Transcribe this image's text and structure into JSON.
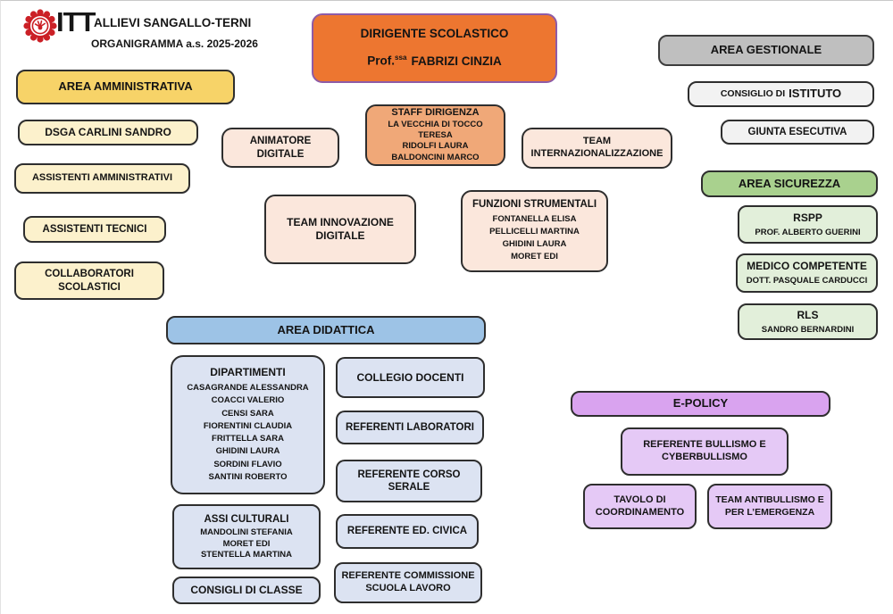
{
  "header": {
    "brand": "ITT",
    "school_name": "ALLIEVI SANGALLO-TERNI",
    "subtitle": "ORGANIGRAMMA a.s. 2025-2026"
  },
  "palette": {
    "amministrativa_header": "#F7D368",
    "amministrativa_item": "#FCF1CC",
    "dirigente_fill": "#ED7630",
    "dirigente_border": "#8E5BA6",
    "staff_fill": "#F0A878",
    "peach_fill": "#FBE7DC",
    "gestionale_header": "#BFBFBF",
    "gestionale_item": "#F2F2F2",
    "sicurezza_header": "#A9D18E",
    "sicurezza_item": "#E2EFDA",
    "didattica_header": "#9DC3E6",
    "didattica_item": "#DCE3F2",
    "epolicy_header": "#D9A3EF",
    "epolicy_item": "#E5C9F6",
    "logo_red": "#CB2026"
  },
  "boxes": {
    "area_amministrativa": {
      "title": "AREA AMMINISTRATIVA"
    },
    "dsga": {
      "title": "DSGA CARLINI SANDRO"
    },
    "assistenti_amministrativi": {
      "title": "ASSISTENTI AMMINISTRATIVI"
    },
    "assistenti_tecnici": {
      "title": "ASSISTENTI TECNICI"
    },
    "collaboratori_scolastici": {
      "title": "COLLABORATORI SCOLASTICI"
    },
    "dirigente": {
      "title": "DIRIGENTE SCOLASTICO",
      "prefix": "Prof.",
      "sup": "ssa",
      "name": "FABRIZI CINZIA"
    },
    "animatore_digitale": {
      "title": "ANIMATORE DIGITALE"
    },
    "staff_dirigenza": {
      "title": "STAFF DIRIGENZA",
      "names": [
        "LA VECCHIA DI TOCCO TERESA",
        "RIDOLFI LAURA",
        "BALDONCINI MARCO"
      ]
    },
    "team_internazionalizzazione": {
      "title": "TEAM INTERNAZIONALIZZAZIONE"
    },
    "team_innovazione": {
      "title": "TEAM INNOVAZIONE DIGITALE"
    },
    "funzioni_strumentali": {
      "title": "FUNZIONI STRUMENTALI",
      "names": [
        "FONTANELLA ELISA",
        "PELLICELLI MARTINA",
        "GHIDINI LAURA",
        "MORET EDI"
      ]
    },
    "area_gestionale": {
      "title": "AREA GESTIONALE"
    },
    "consiglio_istituto": {
      "small": "CONSIGLIO DI",
      "big": "ISTITUTO"
    },
    "giunta_esecutiva": {
      "title": "GIUNTA ESECUTIVA"
    },
    "area_sicurezza": {
      "title": "AREA SICUREZZA"
    },
    "rspp": {
      "title": "RSPP",
      "name": "PROF. ALBERTO GUERINI"
    },
    "medico_competente": {
      "title": "MEDICO COMPETENTE",
      "name": "DOTT. PASQUALE CARDUCCI"
    },
    "rls": {
      "title": "RLS",
      "name": "SANDRO BERNARDINI"
    },
    "area_didattica": {
      "title": "AREA DIDATTICA"
    },
    "dipartimenti": {
      "title": "DIPARTIMENTI",
      "names": [
        "CASAGRANDE ALESSANDRA",
        "COACCI VALERIO",
        "CENSI SARA",
        "FIORENTINI CLAUDIA",
        "FRITTELLA SARA",
        "GHIDINI LAURA",
        "SORDINI FLAVIO",
        "SANTINI ROBERTO"
      ]
    },
    "assi_culturali": {
      "title": "ASSI CULTURALI",
      "names": [
        "MANDOLINI STEFANIA",
        "MORET EDI",
        "STENTELLA MARTINA"
      ]
    },
    "consigli_classe": {
      "title": "CONSIGLI DI CLASSE"
    },
    "collegio_docenti": {
      "title": "COLLEGIO DOCENTI"
    },
    "referenti_laboratori": {
      "title": "REFERENTI LABORATORI"
    },
    "referente_corso_serale": {
      "title": "REFERENTE CORSO SERALE"
    },
    "referente_ed_civica": {
      "title": "REFERENTE ED. CIVICA"
    },
    "referente_commissione": {
      "title": "REFERENTE COMMISSIONE SCUOLA LAVORO"
    },
    "e_policy": {
      "title": "E-POLICY"
    },
    "referente_bullismo": {
      "title": "REFERENTE BULLISMO E CYBERBULLISMO"
    },
    "tavolo_coordinamento": {
      "title": "TAVOLO DI COORDINAMENTO"
    },
    "team_antibullismo": {
      "title": "TEAM ANTIBULLISMO E PER L’EMERGENZA"
    }
  }
}
